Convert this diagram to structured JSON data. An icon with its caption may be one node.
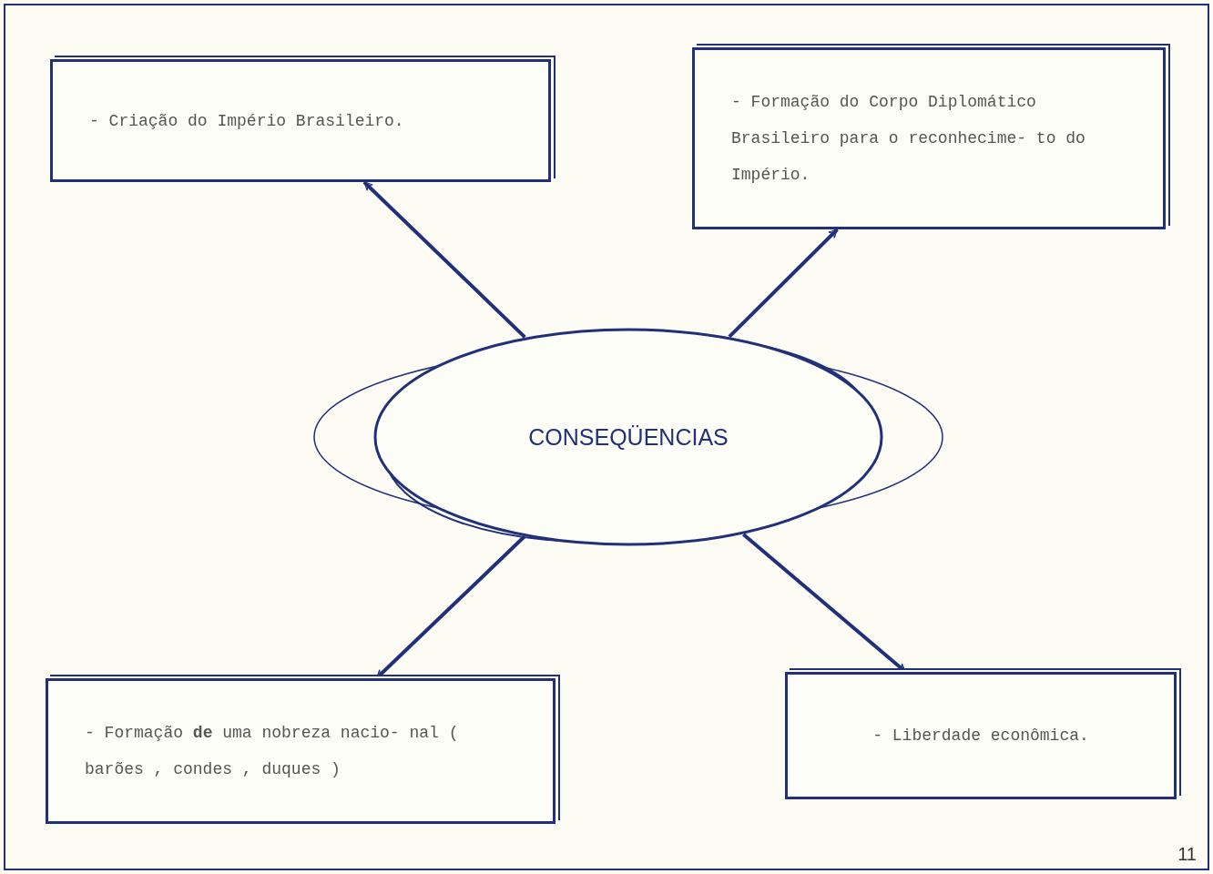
{
  "diagram": {
    "nodes": [
      {
        "text": [
          "CONSEQÜENCIAS"
        ]
      },
      {
        "text": [
          "- Criação do Império Brasileiro."
        ]
      },
      {
        "text": [
          "- Formação do Corpo Diplomático Brasileiro para o reconhecime- to do Império."
        ]
      },
      {
        "text": [
          "- Formação **de** uma nobreza nacio- nal ( barões , condes , duques )"
        ]
      },
      {
        "text": [
          "- Liberdade econômica."
        ]
      }
    ],
    "edges": [
      {
        "from": 0,
        "to": 1,
        "arrow": "to"
      },
      {
        "from": 0,
        "to": 2,
        "arrow": "to"
      },
      {
        "from": 0,
        "to": 3,
        "arrow": "to"
      },
      {
        "from": 0,
        "to": 4,
        "arrow": "to"
      }
    ],
    "labels": [
      "11"
    ]
  }
}
